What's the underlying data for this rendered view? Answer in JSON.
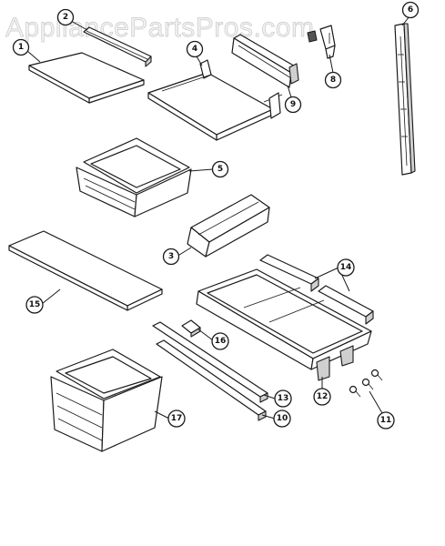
{
  "watermark": "AppliancePartsPros.com",
  "parts": [
    {
      "id": "1"
    },
    {
      "id": "2"
    },
    {
      "id": "3"
    },
    {
      "id": "4"
    },
    {
      "id": "5"
    },
    {
      "id": "6"
    },
    {
      "id": "8"
    },
    {
      "id": "9"
    },
    {
      "id": "10"
    },
    {
      "id": "11"
    },
    {
      "id": "12"
    },
    {
      "id": "13"
    },
    {
      "id": "14"
    },
    {
      "id": "15"
    },
    {
      "id": "16"
    },
    {
      "id": "17"
    }
  ]
}
